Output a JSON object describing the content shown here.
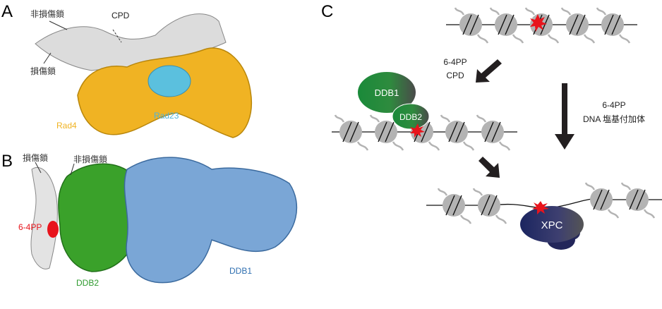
{
  "panels": {
    "a": {
      "letter": "A",
      "labels": {
        "undamaged_strand": "非損傷鎖",
        "cpd": "CPD",
        "damaged_strand": "損傷鎖",
        "rad4": "Rad4",
        "rad23": "Rad23"
      }
    },
    "b": {
      "letter": "B",
      "labels": {
        "damaged_strand": "損傷鎖",
        "undamaged_strand": "非損傷鎖",
        "lesion": "6-4PP",
        "ddb2": "DDB2",
        "ddb1": "DDB1"
      }
    },
    "c": {
      "letter": "C",
      "arrow1_label": [
        "6-4PP",
        "CPD"
      ],
      "arrow2_label": [
        "6-4PP",
        "DNA 塩基付加体"
      ],
      "ddb1": "DDB1",
      "ddb2": "DDB2",
      "xpc": "XPC"
    }
  },
  "colors": {
    "rad4": "#f0b323",
    "rad23": "#5bc0de",
    "ddb2": "#3aa12a",
    "ddb1": "#7aa6d6",
    "lesion": "#e8141c",
    "dna": "#e6e6e6",
    "nucleosome": "#b3b3b3"
  }
}
